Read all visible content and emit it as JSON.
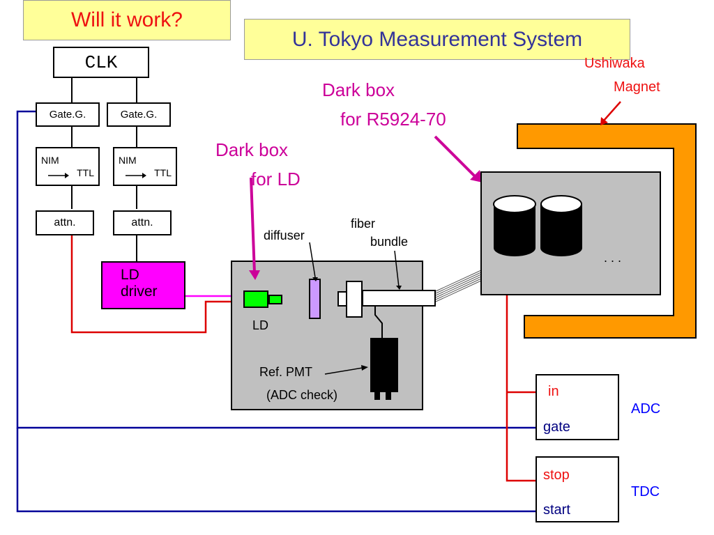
{
  "slide_title": "Will it work?",
  "system_title": "U. Tokyo Measurement System",
  "clk": "CLK",
  "gate_generators": [
    {
      "label": "Gate.G."
    },
    {
      "label": "Gate.G."
    }
  ],
  "converters": [
    {
      "from": "NIM",
      "to": "TTL"
    },
    {
      "from": "NIM",
      "to": "TTL"
    }
  ],
  "attenuators": [
    {
      "label": "attn."
    },
    {
      "label": "attn."
    }
  ],
  "ld_driver": {
    "line1": "LD",
    "line2": "driver"
  },
  "dark_box_ld": {
    "line1": "Dark box",
    "line2": "for LD"
  },
  "dark_box_pmt": {
    "line1": "Dark box",
    "line2": "for R5924-70"
  },
  "magnet": {
    "line1": "Ushiwaka",
    "line2": "Magnet"
  },
  "diffuser": "diffuser",
  "fiber": {
    "line1": "fiber",
    "line2": "bundle"
  },
  "ld": "LD",
  "ref_pmt": {
    "line1": "Ref. PMT",
    "line2": "(ADC check)"
  },
  "ellipsis": ". . .",
  "adc": {
    "in": "in",
    "gate": "gate",
    "name": "ADC"
  },
  "tdc": {
    "stop": "stop",
    "start": "start",
    "name": "TDC"
  },
  "colors": {
    "title_bg": "#ffff99",
    "title_red": "#ee1111",
    "title_navy": "#333399",
    "magenta_label": "#cc0099",
    "ld_driver": "#ff00ff",
    "ld_green": "#00ff00",
    "diffuser": "#cc99ff",
    "magnet": "#ff9900",
    "dark_box": "#c0c0c0",
    "red_wire": "#dd0000",
    "blue_wire": "#000099"
  }
}
